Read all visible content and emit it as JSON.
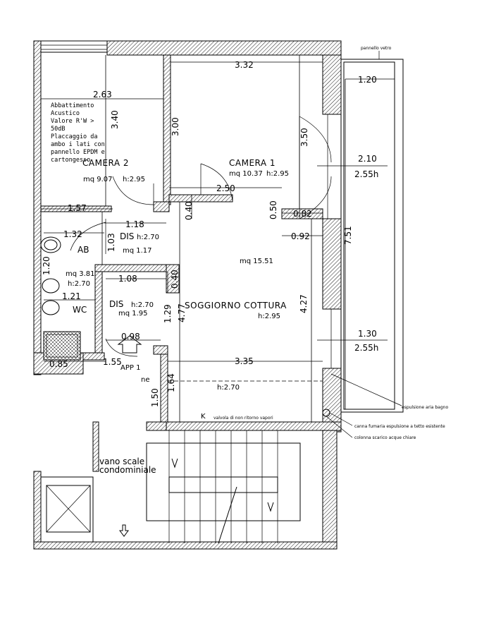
{
  "rooms": {
    "camera2": {
      "name": "CAMERA 2",
      "area": "mq 9.07",
      "height": "h:2.95"
    },
    "camera1": {
      "name": "CAMERA 1",
      "area": "mq 10.37",
      "height": "h:2.95"
    },
    "dis_upper": {
      "name": "DIS",
      "height": "h:2.70",
      "area": "mq 1.17"
    },
    "ab": {
      "name": "AB"
    },
    "bath": {
      "area": "mq 3.81",
      "height": "h:2.70",
      "name": "WC"
    },
    "dis_lower": {
      "name": "DIS",
      "height": "h:2.70",
      "area": "mq 1.95"
    },
    "soggiorno": {
      "name": "SOGGIORNO COTTURA",
      "area": "mq 15.51",
      "height": "h:2.95",
      "height2": "h:2.70"
    },
    "stairs": {
      "line1": "vano scale",
      "line2": "condominiale"
    }
  },
  "dimensions": {
    "d_263": "2.63",
    "d_340": "3.40",
    "d_157": "1.57",
    "d_332": "3.32",
    "d_300": "3.00",
    "d_350": "3.50",
    "d_250": "2.50",
    "d_040a": "0.40",
    "d_050": "0.50",
    "d_082": "0.82",
    "d_092": "0.92",
    "d_120": "1.20",
    "d_210": "2.10",
    "d_255a": "2.55h",
    "d_751": "7.51",
    "d_427": "4.27",
    "d_130": "1.30",
    "d_255b": "2.55h",
    "d_118": "1.18",
    "d_132": "1.32",
    "d_103": "1.03",
    "d_108": "1.08",
    "d_040b": "0.40",
    "d_120b": "1.20",
    "d_121": "1.21",
    "d_129": "1.29",
    "d_477": "4.77",
    "d_098": "0.98",
    "d_085": "0.85",
    "d_155": "1.55",
    "d_335": "3.35",
    "d_164": "1.64",
    "d_150": "1.50"
  },
  "labels": {
    "acoustic_note": [
      "Abbattimento",
      "Acustico",
      "Valore R'W >",
      "50dB",
      "Placcaggio da",
      "ambo i lati con",
      "pannello EPDM e",
      "cartongesso"
    ],
    "pannello_vetro": "pannello vetro",
    "entrance": "APP 1",
    "ne": "ne",
    "k": "K",
    "valvola": "valvola di non ritorno vapori",
    "espulsione": "espulsione aria bagno",
    "canna": "canna fumaria espulsione a tetto esistente",
    "colonna": "colonna scarico acque chiare"
  }
}
